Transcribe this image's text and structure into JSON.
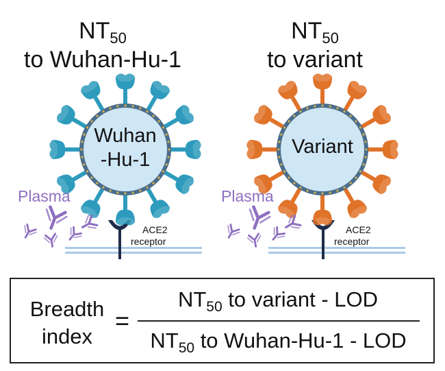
{
  "left": {
    "title_main": "NT",
    "title_sub": "50",
    "title_line2": "to Wuhan-Hu-1",
    "virus_line1": "Wuhan",
    "virus_line2": "-Hu-1",
    "plasma_label": "Plasma",
    "receptor_line1": "ACE2",
    "receptor_line2": "receptor"
  },
  "right": {
    "title_main": "NT",
    "title_sub": "50",
    "title_line2": "to variant",
    "virus_line1": "Variant",
    "plasma_label": "Plasma",
    "receptor_line1": "ACE2",
    "receptor_line2": "receptor"
  },
  "formula": {
    "label_line1": "Breadth",
    "label_line2": "index",
    "equals": "=",
    "numerator_main": "NT",
    "numerator_sub": "50",
    "numerator_rest": " to variant - LOD",
    "denominator_main": "NT",
    "denominator_sub": "50",
    "denominator_rest": "to Wuhan-Hu-1 - LOD"
  },
  "colors": {
    "virus_body": "#cfe6f5",
    "virus_ring": "#4a6d8c",
    "spike_left": "#2e9bbd",
    "spike_right": "#e0732a",
    "antibody": "#8e6fbf",
    "membrane": "#a9c9e8",
    "receptor": "#1f2d4a"
  }
}
